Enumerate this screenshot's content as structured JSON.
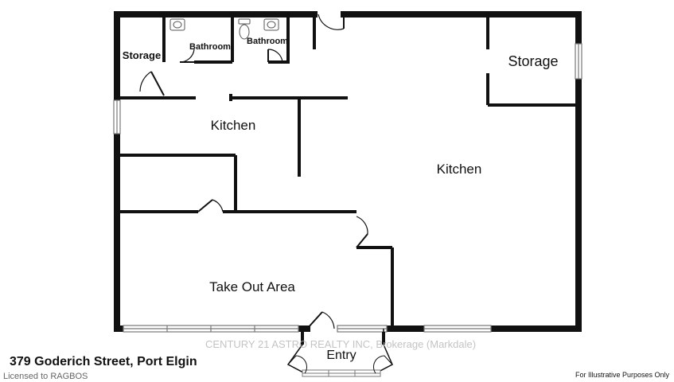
{
  "rooms": {
    "storage_small": "Storage",
    "bathroom_1": "Bathroom",
    "bathroom_2": "Bathroom",
    "storage_large": "Storage",
    "kitchen_left": "Kitchen",
    "kitchen_main": "Kitchen",
    "take_out": "Take Out Area",
    "entry": "Entry"
  },
  "footer": {
    "address": "379 Goderich Street, Port Elgin",
    "license": "Licensed to RAGBOS",
    "disclaimer": "For Illustrative Purposes Only"
  },
  "watermark": "CENTURY 21 ASTRO REALTY INC, Brokerage (Markdale)",
  "colors": {
    "wall": "#111111",
    "window": "#777777",
    "background": "#ffffff"
  }
}
